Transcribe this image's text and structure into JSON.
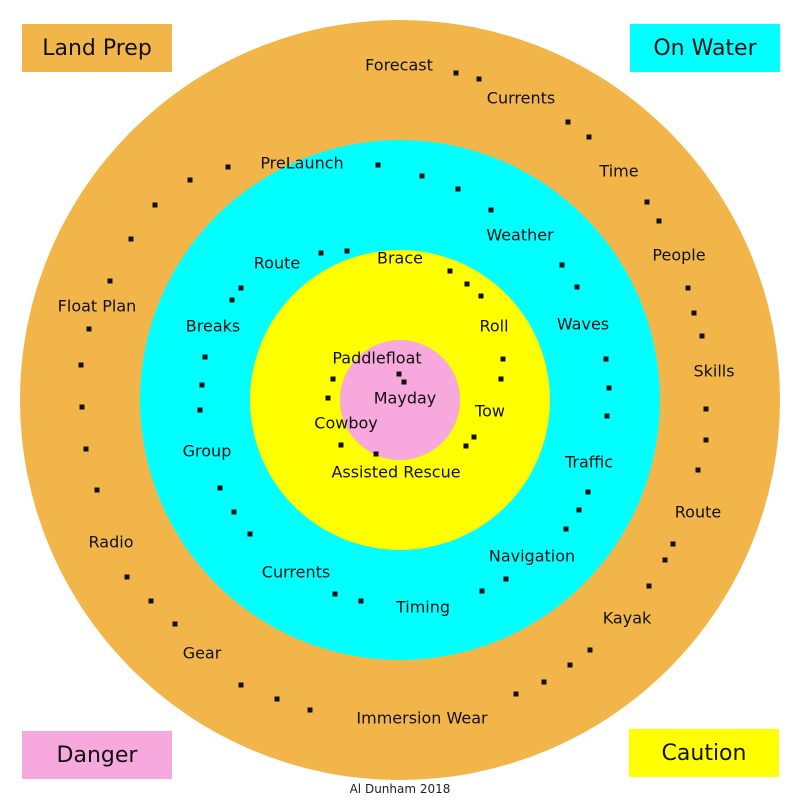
{
  "colors": {
    "land_prep": "#F2B54A",
    "on_water": "#00FFFF",
    "caution": "#FFFF00",
    "danger": "#F7A8DC",
    "dot": "#111111"
  },
  "legend": {
    "land_prep": "Land Prep",
    "on_water": "On Water",
    "danger": "Danger",
    "caution": "Caution"
  },
  "outer_ring": {
    "forecast": "Forecast",
    "currents": "Currents",
    "time": "Time",
    "people": "People",
    "skills": "Skills",
    "route": "Route",
    "kayak": "Kayak",
    "immersion_wear": "Immersion Wear",
    "gear": "Gear",
    "radio": "Radio",
    "float_plan": "Float Plan"
  },
  "water_ring": {
    "prelaunch": "PreLaunch",
    "weather": "Weather",
    "waves": "Waves",
    "traffic": "Traffic",
    "navigation": "Navigation",
    "timing": "Timing",
    "currents": "Currents",
    "group": "Group",
    "breaks": "Breaks",
    "route": "Route"
  },
  "caution_ring": {
    "brace": "Brace",
    "roll": "Roll",
    "tow": "Tow",
    "assisted_rescue": "Assisted Rescue",
    "cowboy": "Cowboy",
    "paddlefloat": "Paddlefloat"
  },
  "danger_core": {
    "mayday": "Mayday"
  },
  "credit": "Al Dunham 2018"
}
